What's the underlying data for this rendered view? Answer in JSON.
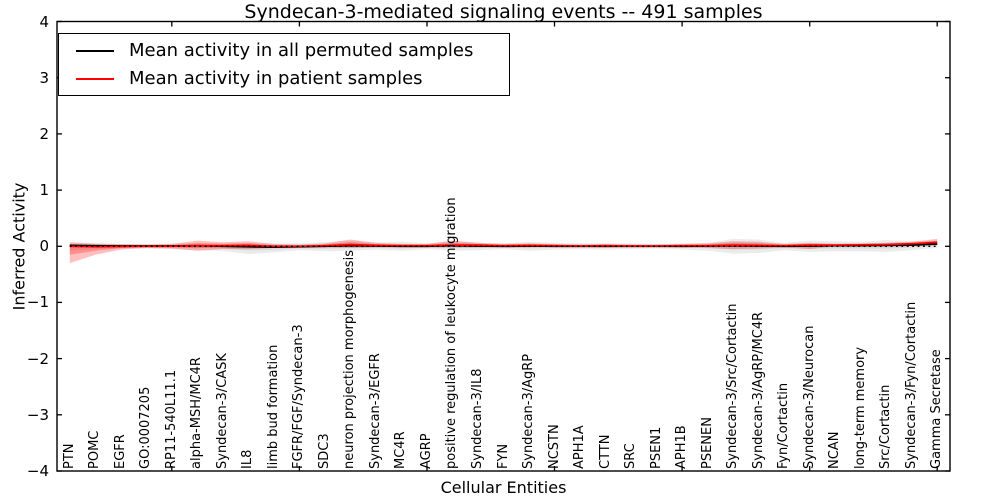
{
  "title": "Syndecan-3-mediated signaling events -- 491 samples",
  "axes": {
    "ylabel": "Inferred Activity",
    "xlabel": "Cellular Entities",
    "yticks": [
      4,
      3,
      2,
      1,
      0,
      -1,
      -2,
      -3,
      -4
    ],
    "ytick_labels": [
      "4",
      "3",
      "2",
      "1",
      "0",
      "−1",
      "−2",
      "−3",
      "−4"
    ],
    "ylim": [
      -4,
      4
    ]
  },
  "legend": {
    "entries": [
      {
        "label": "Mean activity in all permuted samples",
        "color": "#000000"
      },
      {
        "label": "Mean activity in patient samples",
        "color": "#ff0000"
      }
    ]
  },
  "chart_data": {
    "type": "line",
    "title": "Syndecan-3-mediated signaling events -- 491 samples",
    "xlabel": "Cellular Entities",
    "ylabel": "Inferred Activity",
    "ylim": [
      -4,
      4
    ],
    "grid": false,
    "legend_position": "upper left",
    "x_major_tick_step": 5,
    "zero_reference_line": 0,
    "categories": [
      "PTN",
      "POMC",
      "EGFR",
      "GO:0007205",
      "RP11-540L11.1",
      "alpha-MSH/MC4R",
      "Syndecan-3/CASK",
      "IL8",
      "limb bud formation",
      "FGFR/FGF/Syndecan-3",
      "SDC3",
      "neuron projection morphogenesis",
      "Syndecan-3/EGFR",
      "MC4R",
      "AGRP",
      "positive regulation of leukocyte migration",
      "Syndecan-3/IL8",
      "FYN",
      "Syndecan-3/AgRP",
      "NCSTN",
      "APH1A",
      "CTTN",
      "SRC",
      "PSEN1",
      "APH1B",
      "PSENEN",
      "Syndecan-3/Src/Cortactin",
      "Syndecan-3/AgRP/MC4R",
      "Fyn/Cortactin",
      "Syndecan-3/Neurocan",
      "NCAN",
      "long-term memory",
      "Src/Cortactin",
      "Syndecan-3/Fyn/Cortactin",
      "Gamma Secretase"
    ],
    "series": [
      {
        "name": "Mean activity in all permuted samples",
        "color": "#000000",
        "values": [
          0.015,
          0.01,
          0.005,
          0.005,
          0.005,
          0.01,
          0.0,
          -0.01,
          -0.015,
          -0.01,
          0.0,
          0.01,
          0.005,
          0.0,
          0.0,
          0.01,
          0.005,
          0.0,
          0.005,
          0.0,
          0.0,
          0.0,
          0.0,
          0.0,
          0.0,
          0.005,
          0.01,
          0.005,
          0.0,
          0.005,
          0.01,
          0.01,
          0.015,
          0.02,
          0.04
        ]
      },
      {
        "name": "Mean activity in patient samples",
        "color": "#ff0000",
        "values": [
          0.0,
          -0.01,
          -0.005,
          0.0,
          0.0,
          0.01,
          0.01,
          0.015,
          0.0,
          0.0,
          0.01,
          0.03,
          0.015,
          0.01,
          0.01,
          0.02,
          0.02,
          0.01,
          0.015,
          0.01,
          0.005,
          0.01,
          0.005,
          0.005,
          0.01,
          0.01,
          0.02,
          0.015,
          0.01,
          0.02,
          0.02,
          0.025,
          0.03,
          0.045,
          0.07
        ]
      }
    ],
    "bands": [
      {
        "name": "permuted-samples-range",
        "color": "rgba(0,0,0,0.08)",
        "mean_series": 0,
        "upper": [
          0.05,
          0.04,
          0.04,
          0.04,
          0.05,
          0.06,
          0.05,
          0.06,
          0.05,
          0.05,
          0.07,
          0.1,
          0.07,
          0.08,
          0.05,
          0.09,
          0.07,
          0.05,
          0.08,
          0.06,
          0.05,
          0.05,
          0.05,
          0.04,
          0.05,
          0.06,
          0.13,
          0.12,
          0.06,
          0.1,
          0.09,
          0.08,
          0.11,
          0.09,
          0.09
        ],
        "lower": [
          -0.08,
          -0.05,
          -0.04,
          -0.04,
          -0.05,
          -0.07,
          -0.08,
          -0.14,
          -0.11,
          -0.07,
          -0.09,
          -0.08,
          -0.06,
          -0.08,
          -0.05,
          -0.08,
          -0.07,
          -0.05,
          -0.08,
          -0.06,
          -0.05,
          -0.06,
          -0.05,
          -0.04,
          -0.06,
          -0.08,
          -0.13,
          -0.12,
          -0.07,
          -0.1,
          -0.09,
          -0.09,
          -0.1,
          -0.07,
          -0.03
        ]
      },
      {
        "name": "patient-samples-range",
        "color": "rgba(255,0,0,0.25)",
        "mean_series": 1,
        "upper": [
          0.07,
          0.05,
          0.04,
          0.03,
          0.04,
          0.1,
          0.07,
          0.09,
          0.04,
          0.03,
          0.05,
          0.12,
          0.06,
          0.04,
          0.04,
          0.1,
          0.06,
          0.04,
          0.05,
          0.04,
          0.03,
          0.04,
          0.03,
          0.03,
          0.04,
          0.05,
          0.09,
          0.08,
          0.04,
          0.06,
          0.04,
          0.05,
          0.06,
          0.08,
          0.13
        ],
        "lower": [
          -0.3,
          -0.15,
          -0.06,
          -0.03,
          -0.04,
          -0.08,
          -0.05,
          -0.05,
          -0.03,
          -0.02,
          -0.02,
          -0.03,
          -0.02,
          -0.02,
          -0.02,
          -0.02,
          -0.02,
          -0.02,
          -0.02,
          -0.01,
          -0.01,
          -0.02,
          -0.01,
          -0.01,
          -0.02,
          -0.03,
          -0.05,
          -0.04,
          -0.02,
          -0.05,
          0.0,
          0.0,
          0.01,
          0.02,
          0.02
        ]
      }
    ]
  }
}
